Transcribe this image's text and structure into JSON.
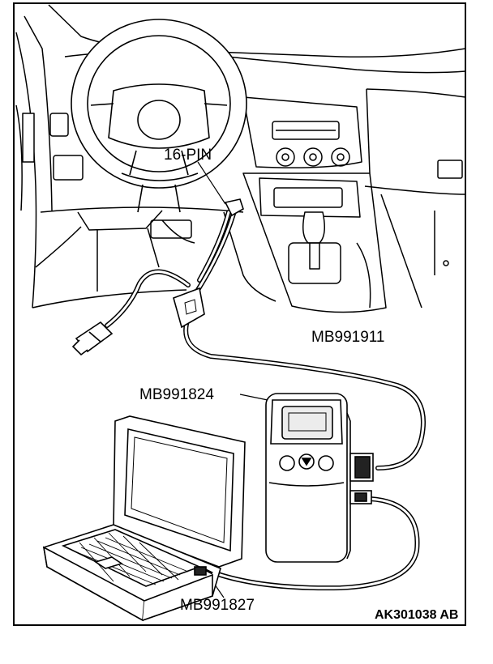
{
  "labels": {
    "pin": "16-PIN",
    "obd_cable": "MB991911",
    "scan_tool": "MB991824",
    "usb_cable": "MB991827"
  },
  "figure_code": "AK301038 AB",
  "colors": {
    "line": "#000000",
    "fill": "#ffffff",
    "screen": "#ececec",
    "connector": "#222222"
  }
}
